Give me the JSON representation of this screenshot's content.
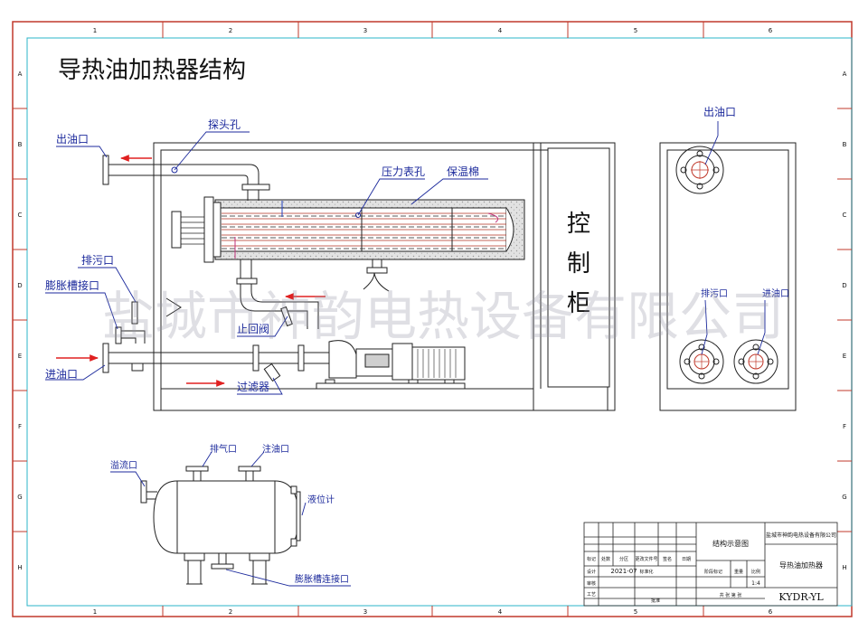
{
  "drawing": {
    "title": "导热油加热器结构",
    "watermark": "盐城市神韵电热设备有限公司",
    "border_columns": [
      "1",
      "2",
      "3",
      "4",
      "5",
      "6"
    ],
    "border_rows": [
      "A",
      "B",
      "C",
      "D",
      "E",
      "F",
      "G",
      "H"
    ]
  },
  "main_view": {
    "labels": {
      "outlet": "出油口",
      "probe_hole": "探头孔",
      "pressure_gauge_hole": "压力表孔",
      "insulation": "保温棉",
      "drain": "排污口",
      "expansion_tank_port": "膨胀槽接口",
      "check_valve": "止回阀",
      "inlet": "进油口",
      "filter": "过滤器",
      "control_cabinet": [
        "控",
        "制",
        "柜"
      ]
    }
  },
  "side_view": {
    "labels": {
      "outlet": "出油口",
      "drain": "排污口",
      "inlet": "进油口"
    }
  },
  "tank_view": {
    "labels": {
      "overflow": "溢流口",
      "vent": "排气口",
      "fill": "注油口",
      "level_gauge": "液位计",
      "expansion_connection": "膨胀槽连接口"
    }
  },
  "title_block": {
    "drawing_name": "结构示意图",
    "company": "盐城市神韵电热设备有限公司",
    "product": "导热油加热器",
    "header_cells": [
      "标记",
      "处数",
      "分区",
      "更改文件号",
      "签名",
      "日期"
    ],
    "design_label": "设计",
    "design_date": "2021-07",
    "standardize_label": "标准化",
    "stage_mark": "阶段标记",
    "weight": "重量",
    "scale_label": "比例",
    "scale": "1:4",
    "review": "审核",
    "process": "工艺",
    "approve": "批准",
    "sheets": "共  张  第  张",
    "code": "KYDR-YL"
  },
  "colors": {
    "frame": "#c0392b",
    "inner_frame": "#2bb6c8",
    "arrow": "#e02020",
    "label_blue": "#1c2a9c",
    "insulation": "#dcdcdc"
  }
}
